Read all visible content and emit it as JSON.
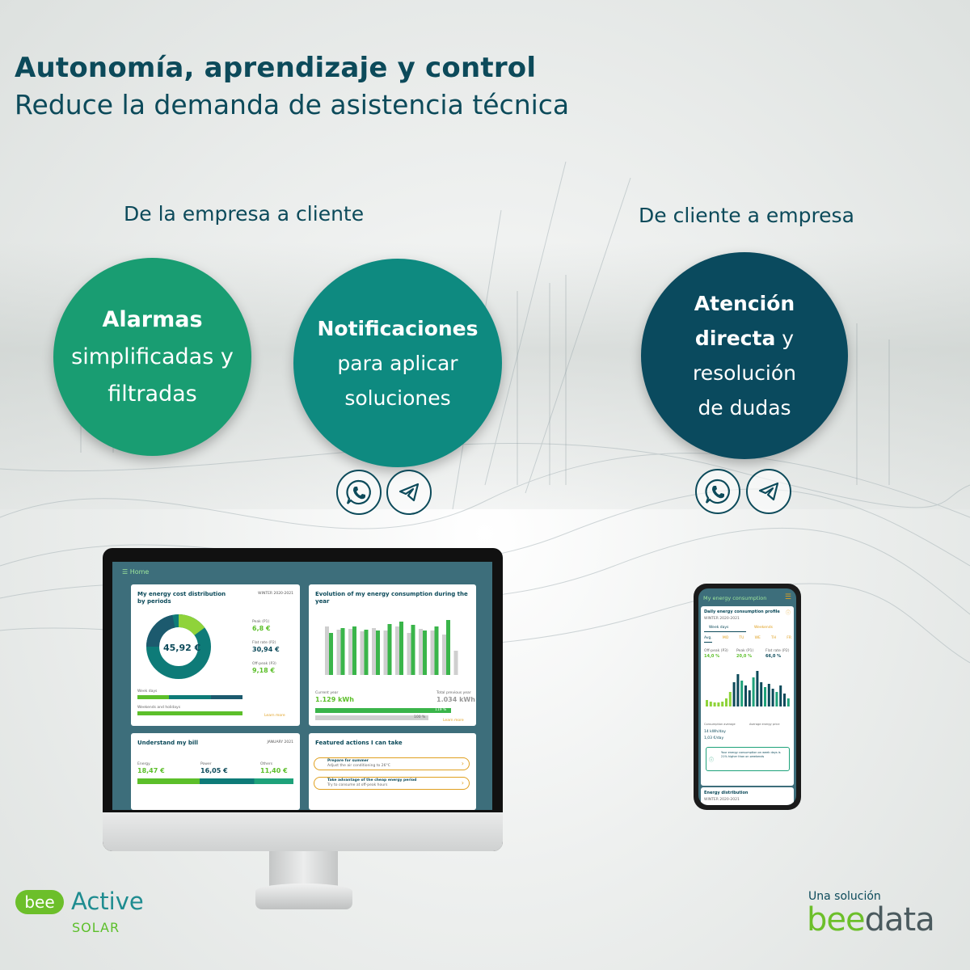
{
  "header": {
    "title": "Autonomía, aprendizaje y control",
    "subtitle": "Reduce la demanda de asistencia técnica"
  },
  "sections": {
    "left_label": "De la empresa a cliente",
    "right_label": "De cliente a empresa"
  },
  "circles": [
    {
      "bold": "Alarmas",
      "line2": "simplificadas y",
      "line3": "filtradas",
      "color": "#199d72"
    },
    {
      "bold": "Notificaciones",
      "line2": "para aplicar",
      "line3": "soluciones",
      "color": "#0e8a80"
    },
    {
      "bold1": "Atención",
      "bold2": "directa",
      "rest2": " y",
      "line3": "resolución",
      "line4": "de dudas",
      "color": "#0a4a5e"
    }
  ],
  "icons": [
    "whatsapp-icon",
    "telegram-icon"
  ],
  "monitor": {
    "nav": "Home",
    "card1": {
      "title": "My energy cost distribution by periods",
      "season": "WINTER 2020-2021",
      "total": "45,92 €",
      "peak_label": "Peak (P1)",
      "peak": "6,8 €",
      "flat_label": "Flat rate (P2)",
      "flat": "30,94 €",
      "off_label": "Off-peak (P3)",
      "off": "9,18 €",
      "week": "Week days",
      "weekend": "Weekends and holidays",
      "learn": "Learn more"
    },
    "card2": {
      "title": "Evolution of my energy consumption during the year",
      "current_label": "Current year",
      "current": "1.129 kWh",
      "previous_label": "Total previous year",
      "previous": "1.034 kWh",
      "pct1": "119 %",
      "pct2": "100 %",
      "learn": "Learn more"
    },
    "card3": {
      "title": "Understand my bill",
      "month": "JANUARY 2021",
      "energy_label": "Energy",
      "energy": "18,47 €",
      "power_label": "Power",
      "power": "16,05 €",
      "others_label": "Others",
      "others": "11,40 €"
    },
    "card4": {
      "title": "Featured actions I can take",
      "action1": "Prepare for summer",
      "action1_sub": "Adjust the air conditioning to 26°C",
      "action2": "Take advantage of the cheap energy period",
      "action2_sub": "Try to consume at off-peak hours"
    }
  },
  "phone": {
    "title": "My energy consumption",
    "subtitle": "Daily energy consumption profile",
    "season": "WINTER 2020-2021",
    "tab1": "Week days",
    "tab2": "Weekends",
    "days": [
      "Avg.",
      "MO",
      "TU",
      "WE",
      "TH",
      "FR"
    ],
    "off_label": "Off-peak (P3)",
    "off": "14,0 %",
    "peak_label": "Peak (P1)",
    "peak": "20,0 %",
    "flat_label": "Flat rate (P2)",
    "flat": "66,0 %",
    "avg_label": "Consumption average",
    "price_label": "Average energy price",
    "kwh": "14 kWh/day",
    "eur": "1,03 €/day",
    "note": "Your energy consumption on week days is 21% higher than on weekends",
    "dist": "Energy distribution",
    "dist_season": "WINTER 2020-2021"
  },
  "branding": {
    "bee": "bee",
    "active": "Active",
    "solar": "SOLAR",
    "una": "Una solución",
    "beedata_1": "bee",
    "beedata_2": "data"
  },
  "chart_bars": {
    "current": [
      52,
      58,
      60,
      56,
      55,
      63,
      66,
      62,
      55,
      60,
      68,
      0
    ],
    "previous": [
      60,
      56,
      57,
      54,
      58,
      55,
      60,
      52,
      57,
      55,
      50,
      30
    ]
  }
}
